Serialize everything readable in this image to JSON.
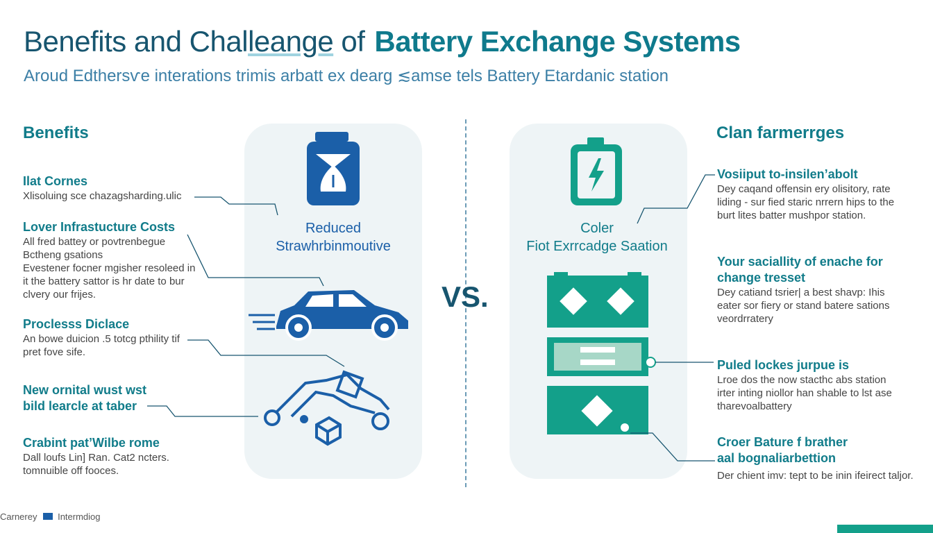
{
  "header": {
    "title_pre": "Benefits and Chal",
    "title_hl": "leange",
    "title_mid": " of",
    "title_accent": "Battery Exchange Systems",
    "subtitle": "Aroud Edthersѵe interations trimis arbatt ex dearg ≲amse tels Battery Etardanic station"
  },
  "benefits": {
    "heading": "Benefits",
    "items": [
      {
        "title": "Ilat Cornes",
        "desc": [
          "Xlisoluing sce chazagsharding.ulic"
        ]
      },
      {
        "title": "Lover Infrastucture Costs",
        "desc": [
          "All fred battey or povtrenbegue",
          "Bctheng gsations",
          "Evestener focner mgisher resoleed in",
          "it the battery sattor is hr date to bur",
          "clvery our frijes."
        ]
      },
      {
        "title": "Proclesss Diclace",
        "desc": [
          "An bowe duicion .5 totcg pthility tif",
          "pret fove sife."
        ]
      },
      {
        "title": "New ornital wust wst",
        "title2": "bild learcle at taber",
        "desc": []
      },
      {
        "title": "Crabint pat’Wilbe rome",
        "desc": [
          "Dall loufs Lin] Ran. Cat2 ncters.",
          "tomnuible off fooces."
        ]
      }
    ]
  },
  "challenges": {
    "heading": "Clan farmerrges",
    "items": [
      {
        "title": "Vosiiput to-insilen’abolt",
        "desc": [
          "Dey caqand offensin ery olisitory, rate",
          "liding - sur fied staric nrrern hips to the",
          "burt lites batter mushpor station."
        ]
      },
      {
        "title": "Your saciallity of enache for",
        "title2": "change tresset",
        "desc": [
          "Dey catiand tsrier| a best shavp: Ihis",
          "eater sor fiery or stand batere sations",
          "veordrratery"
        ]
      },
      {
        "title": "Puled lockes jurpue is",
        "desc": [
          "Lroe dos the now stacthc abs station",
          "irter inting niollor han shable to lst ase",
          "tharevoalbattery"
        ]
      }
    ],
    "last_item": {
      "title": "Croer Bature f brather",
      "title2": "aal bognaliarbettion",
      "desc": "Der chient imv: tept to be inin ifeirect taljor."
    }
  },
  "panels": {
    "left_label": [
      "Reduced",
      "Strawhrbinmoutive"
    ],
    "right_label": [
      "Coler",
      "Fiot Exrrcadge Saation"
    ]
  },
  "vs": "VS.",
  "footer": {
    "left": "Carnerey",
    "right": "Intermdiog"
  },
  "colors": {
    "primary": "#17556f",
    "teal": "#117c8a",
    "blue_icon": "#1b5fa8",
    "green_icon": "#13a08a",
    "panel_bg": "#eef4f6"
  }
}
